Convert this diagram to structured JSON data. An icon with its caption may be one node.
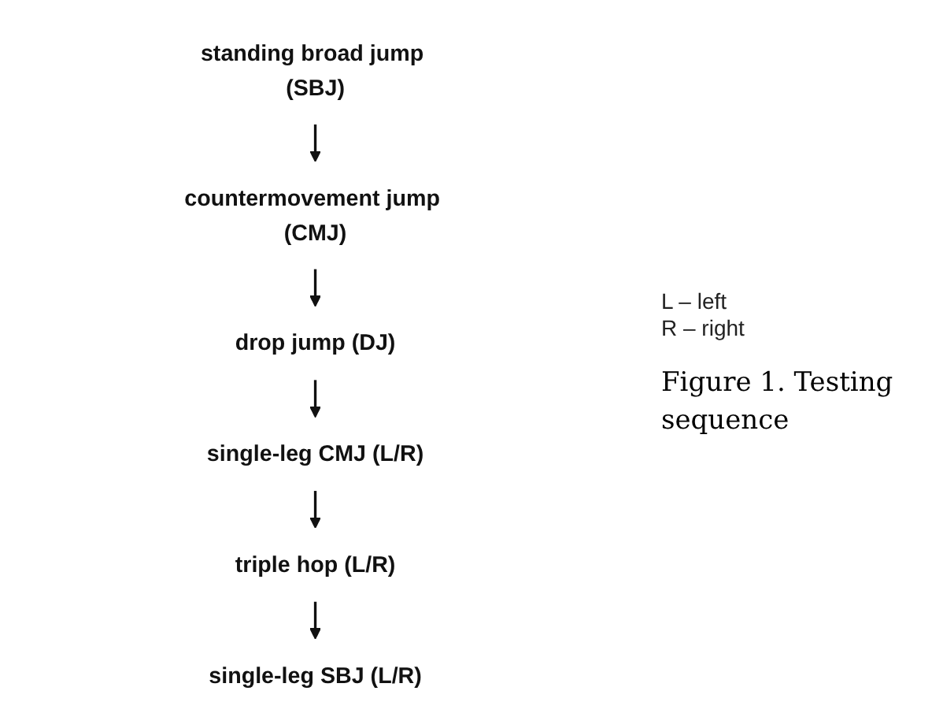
{
  "diagram": {
    "caption": "Figure 1. Testing sequence",
    "nodes": [
      {
        "text": [
          "standing broad jump (SBJ)"
        ]
      },
      {
        "text": [
          "countermovement jump (CMJ)"
        ]
      },
      {
        "text": [
          "drop jump (DJ)"
        ]
      },
      {
        "text": [
          "single-leg CMJ (L/R)"
        ]
      },
      {
        "text": [
          "triple hop (L/R)"
        ]
      },
      {
        "text": [
          "single-leg SBJ (L/R)"
        ]
      }
    ],
    "edges": [
      {
        "from": 0,
        "to": 1,
        "arrow": "to"
      },
      {
        "from": 1,
        "to": 2,
        "arrow": "to"
      },
      {
        "from": 2,
        "to": 3,
        "arrow": "to"
      },
      {
        "from": 3,
        "to": 4,
        "arrow": "to"
      },
      {
        "from": 4,
        "to": 5,
        "arrow": "to"
      }
    ],
    "labels": [
      "L – left",
      "R – right"
    ]
  }
}
